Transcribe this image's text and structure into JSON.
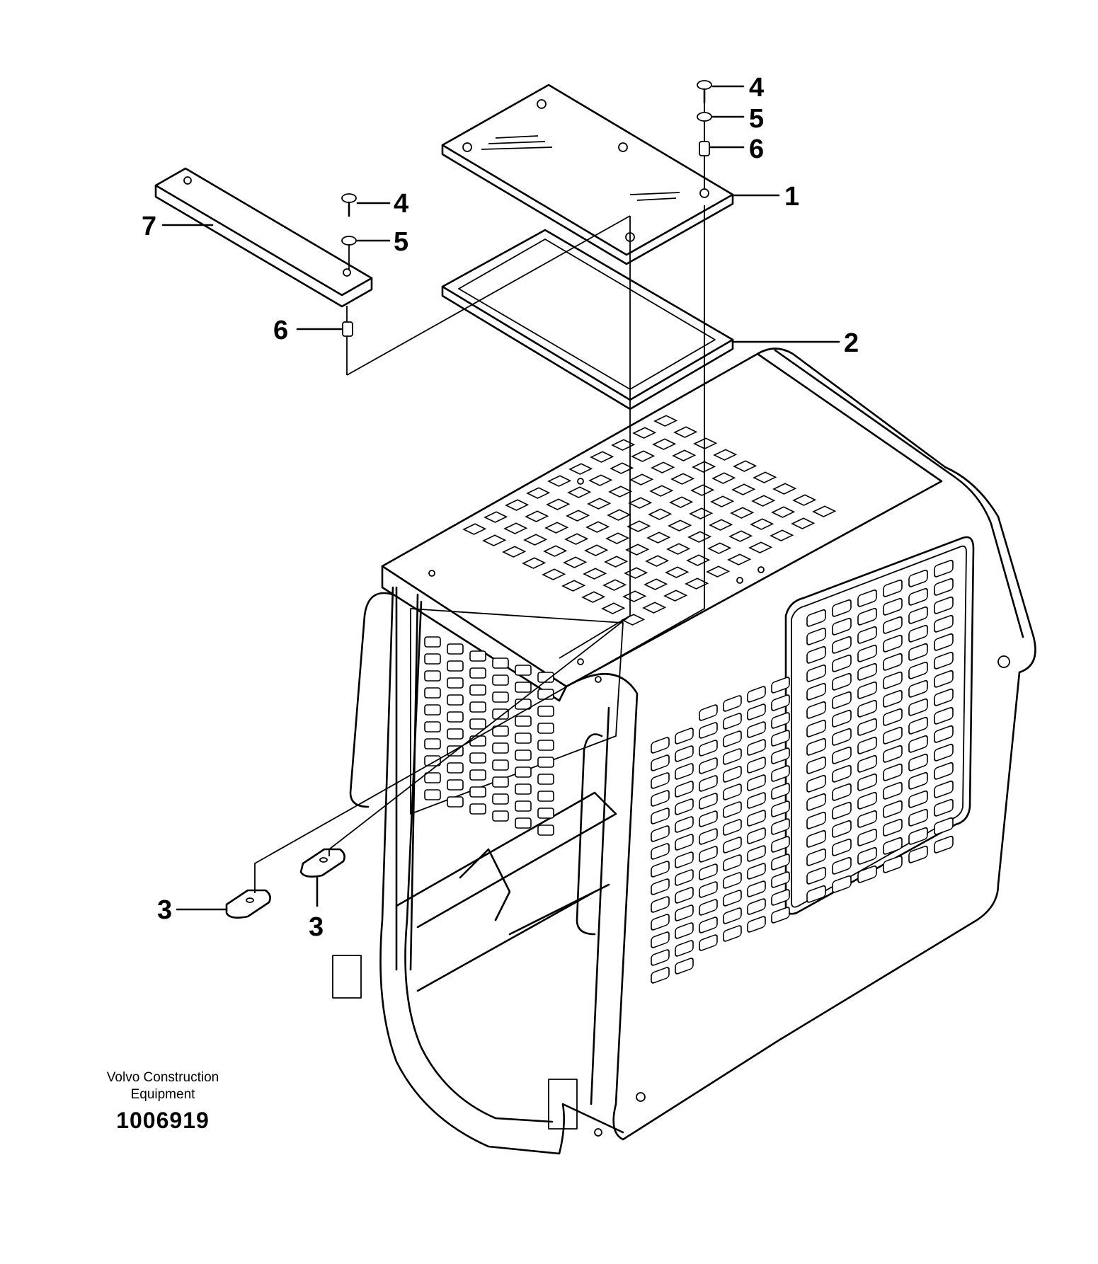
{
  "brand": {
    "line1": "Volvo Construction",
    "line2": "Equipment"
  },
  "drawing_number": "1006919",
  "callouts": {
    "c1": "1",
    "c2": "2",
    "c3a": "3",
    "c3b": "3",
    "c4a": "4",
    "c4b": "4",
    "c5a": "5",
    "c5b": "5",
    "c6a": "6",
    "c6b": "6",
    "c7": "7"
  }
}
